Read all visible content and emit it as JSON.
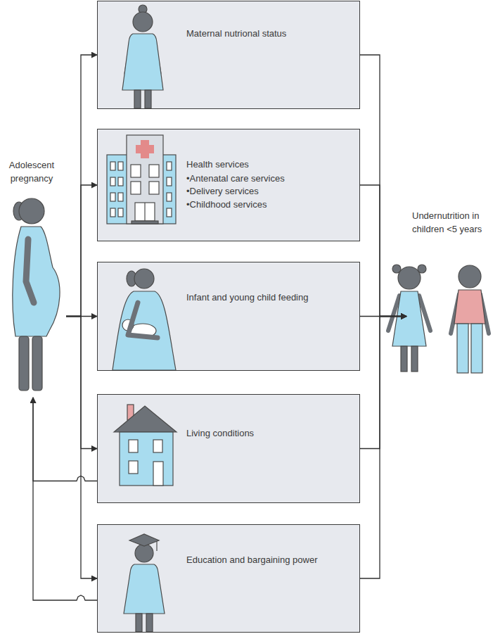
{
  "diagram": {
    "nodes": [
      {
        "text": [
          "Adolescent pregnancy"
        ]
      },
      {
        "text": [
          "Maternal nutrional status"
        ]
      },
      {
        "text": [
          "Health services",
          "•Antenatal care services",
          "•Delivery services",
          "•Childhood services"
        ]
      },
      {
        "text": [
          "Infant and young child feeding"
        ]
      },
      {
        "text": [
          "Living conditions"
        ]
      },
      {
        "text": [
          "Education and bargaining power"
        ]
      },
      {
        "text": [
          "Undernutrition in children <5 years"
        ]
      }
    ],
    "edges": [
      {
        "from": 0,
        "to": 1,
        "arrow": "to"
      },
      {
        "from": 0,
        "to": 2,
        "arrow": "to"
      },
      {
        "from": 0,
        "to": 3,
        "arrow": "to"
      },
      {
        "from": 0,
        "to": 4,
        "arrow": "to"
      },
      {
        "from": 0,
        "to": 5,
        "arrow": "to"
      },
      {
        "from": 1,
        "to": 6,
        "arrow": "to"
      },
      {
        "from": 2,
        "to": 6,
        "arrow": "to"
      },
      {
        "from": 3,
        "to": 6,
        "arrow": "to"
      },
      {
        "from": 4,
        "to": 6,
        "arrow": "to"
      },
      {
        "from": 5,
        "to": 6,
        "arrow": "to"
      },
      {
        "from": 4,
        "to": 0,
        "arrow": "to"
      },
      {
        "from": 5,
        "to": 0,
        "arrow": "to"
      }
    ]
  }
}
